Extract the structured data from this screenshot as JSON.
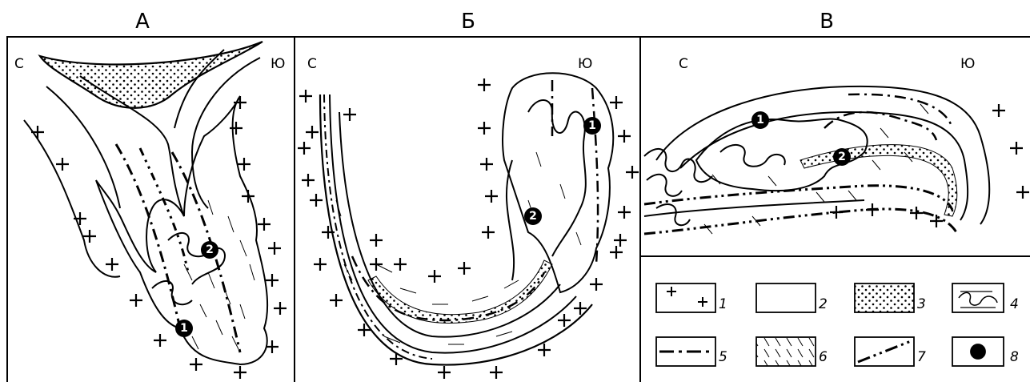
{
  "panels": [
    {
      "title": "А",
      "north": "С",
      "south": "Ю",
      "points": [
        "1",
        "2"
      ]
    },
    {
      "title": "Б",
      "north": "С",
      "south": "Ю",
      "points": [
        "1",
        "2"
      ]
    },
    {
      "title": "В",
      "north": "С",
      "south": "Ю",
      "points": [
        "1",
        "2"
      ]
    }
  ],
  "legend": [
    {
      "num": "1",
      "kind": "crosses"
    },
    {
      "num": "2",
      "kind": "blank"
    },
    {
      "num": "3",
      "kind": "dots"
    },
    {
      "num": "4",
      "kind": "folds"
    },
    {
      "num": "5",
      "kind": "dash-dot-line"
    },
    {
      "num": "6",
      "kind": "hatch"
    },
    {
      "num": "7",
      "kind": "dash-dot-dot-line"
    },
    {
      "num": "8",
      "kind": "black-dot"
    }
  ]
}
